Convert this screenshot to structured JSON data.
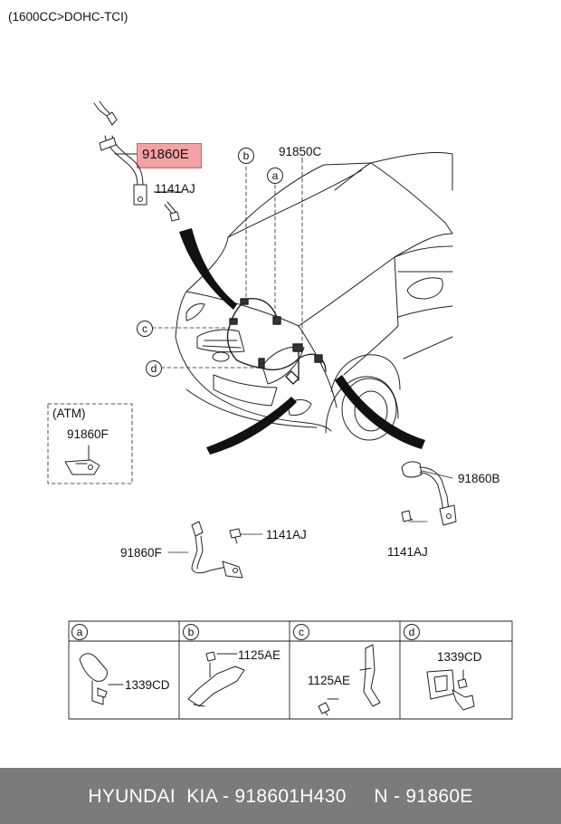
{
  "header": {
    "engine_spec": "(1600CC>DOHC-TCI)"
  },
  "highlight": {
    "part_number": "91860E",
    "color": "#f4a2a4"
  },
  "callouts": {
    "bolt_top": "1141AJ",
    "harness": "91850C",
    "ref_a": "a",
    "ref_b": "b",
    "ref_c": "c",
    "ref_d": "d",
    "atm_label": "(ATM)",
    "atm_part": "91860F",
    "cable_right": "91860B",
    "bolt_right": "1141AJ",
    "cable_lower": "91860F",
    "bolt_lower": "1141AJ"
  },
  "detail_table": {
    "headers": [
      "a",
      "b",
      "c",
      "d"
    ],
    "a_part": "1339CD",
    "b_part": "1125AE",
    "c_part": "1125AE",
    "d_part": "1339CD"
  },
  "footer": {
    "brand": "HYUNDAI  KIA - 918601H430",
    "ref": "N - 91860E",
    "background": "#7b7b7b"
  }
}
